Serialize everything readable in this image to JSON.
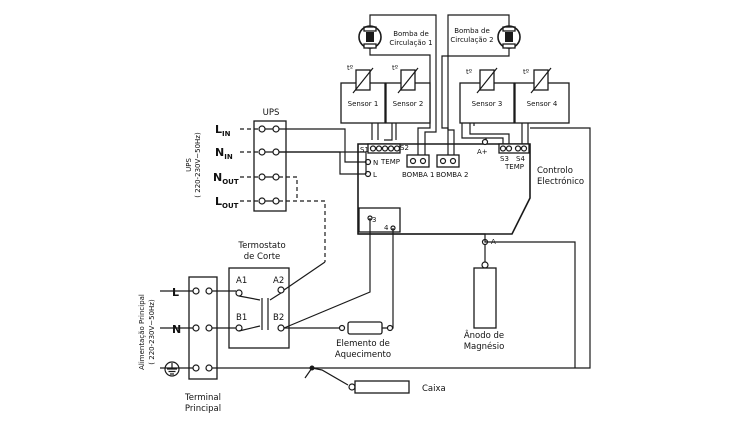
{
  "pumps": {
    "pump1": "Bomba de\nCirculação 1",
    "pump2": "Bomba de\nCirculação 2"
  },
  "sensors": {
    "s1": "Sensor 1",
    "s2": "Sensor 2",
    "s3": "Sensor 3",
    "s4": "Sensor 4",
    "t_label": "tº"
  },
  "ups": {
    "title": "UPS",
    "side_label": "UPS",
    "side_spec": "( 220-230V~50Hz)",
    "lin": "L",
    "lin_sub": "IN",
    "nin": "N",
    "nin_sub": "IN",
    "nout": "N",
    "nout_sub": "OUT",
    "lout": "L",
    "lout_sub": "OUT"
  },
  "controller": {
    "title": "Controlo\nElectrónico",
    "s1": "S1",
    "s2": "S2",
    "s3": "S3",
    "s4": "S4",
    "temp1": "TEMP",
    "temp2": "TEMP",
    "n": "N",
    "l": "L",
    "bomba1": "BOMBA 1",
    "bomba2": "BOMBA 2",
    "a_plus": "A+",
    "a_minus": "A-",
    "relay3": "3",
    "relay4": "4"
  },
  "thermostat": {
    "title": "Termostato\nde Corte",
    "a1": "A1",
    "a2": "A2",
    "b1": "B1",
    "b2": "B2"
  },
  "main_terminal": {
    "title": "Terminal\nPrincipal",
    "side_label": "Alimentação Principal",
    "side_spec": "( 220-230V~50Hz)",
    "l": "L",
    "n": "N"
  },
  "heating": "Elemento de\nAquecimento",
  "anode": "Ânodo de\nMagnésio",
  "case": "Caixa"
}
